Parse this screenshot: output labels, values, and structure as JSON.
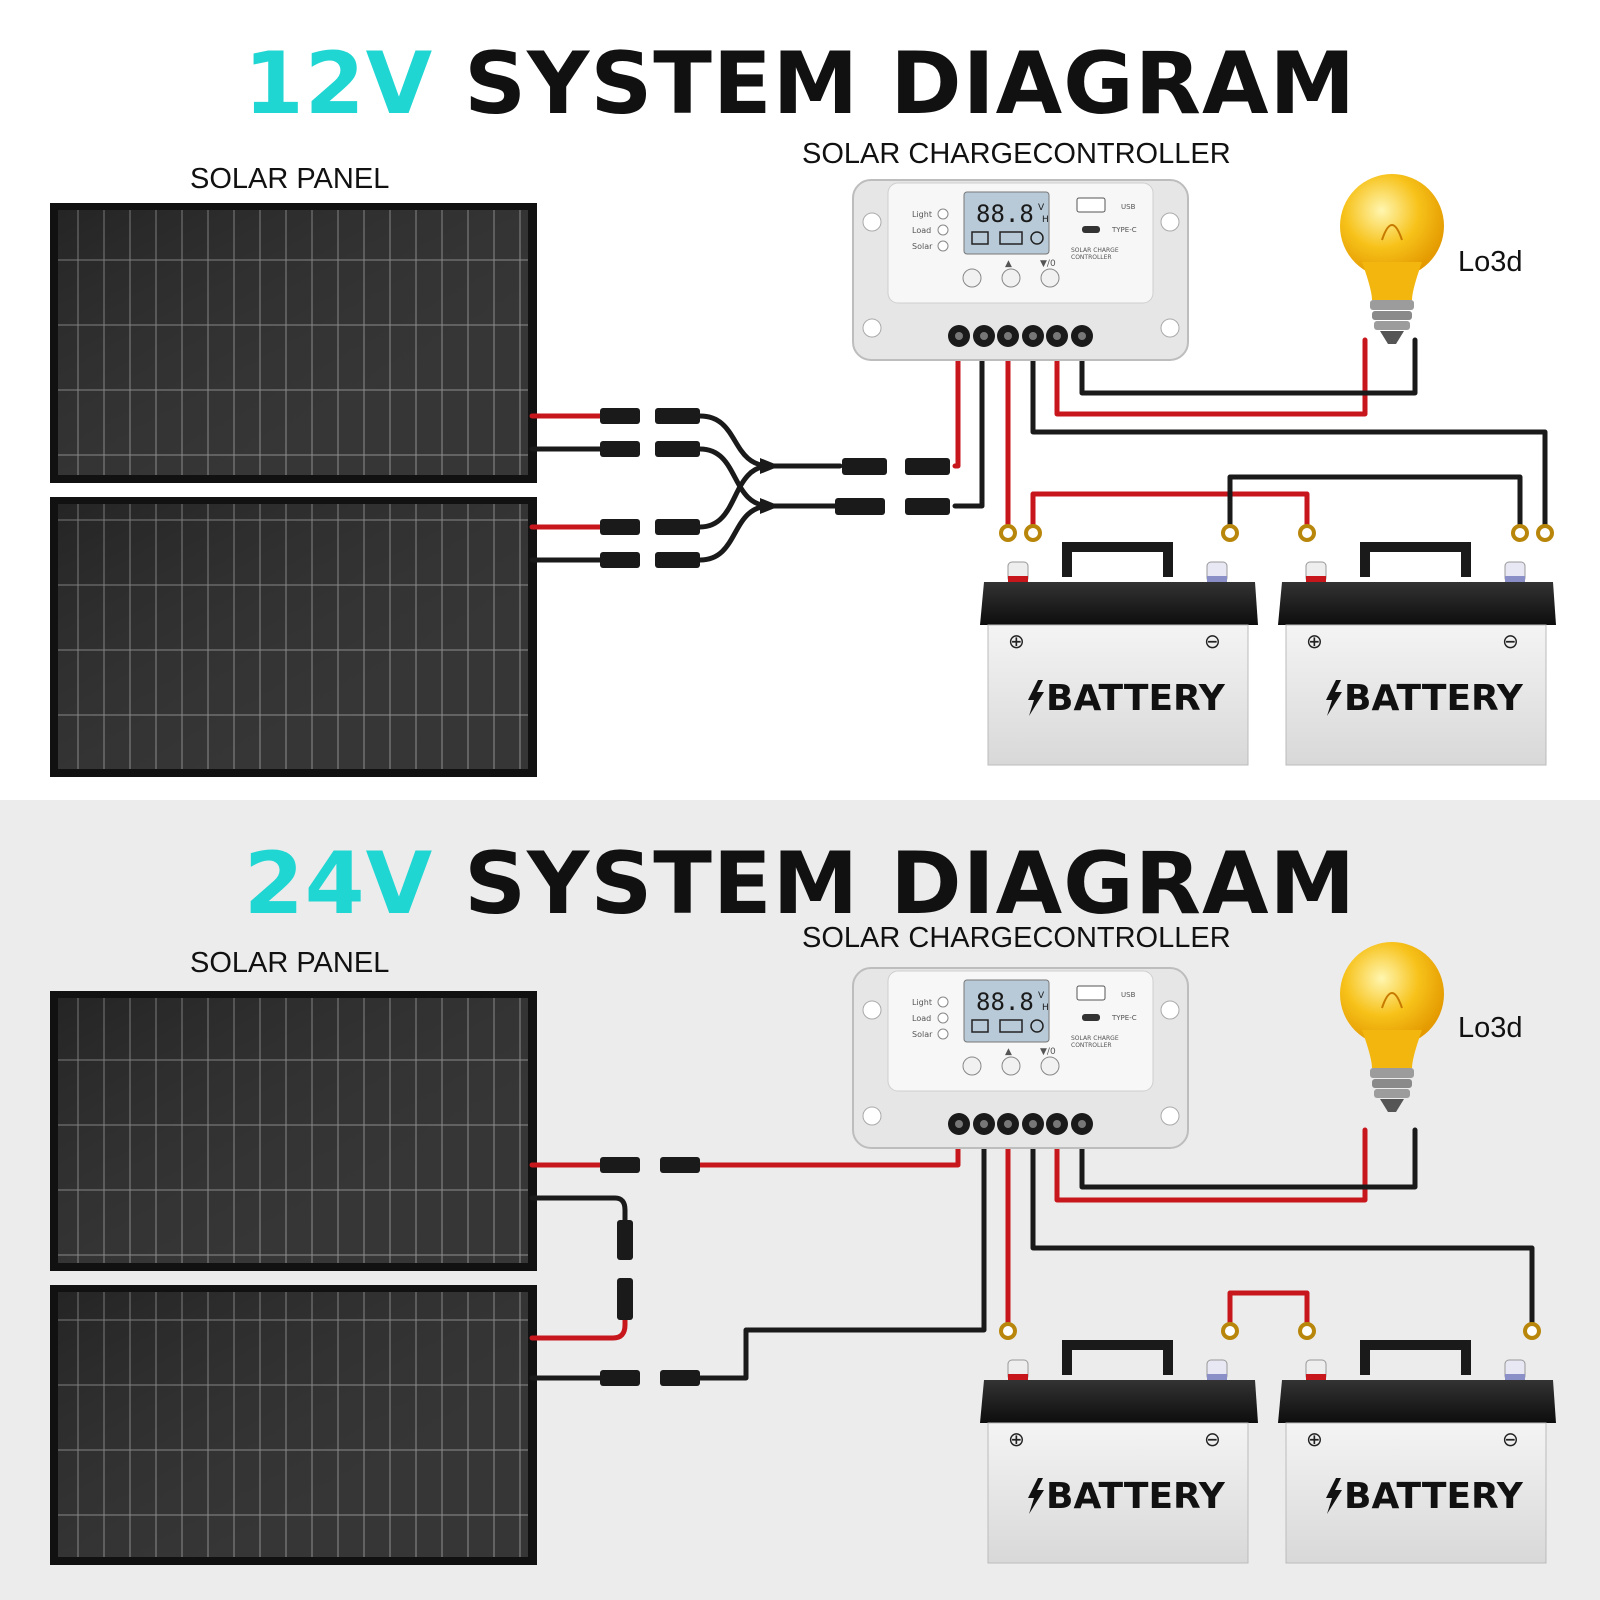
{
  "diagram_12v": {
    "volt_text": "12V",
    "title_rest": "SYSTEM DIAGRAM",
    "solar_panel_label": "SOLAR PANEL",
    "controller_label": "SOLAR CHARGECONTROLLER",
    "load_label": "Lo3d",
    "battery_labels": [
      "BATTERY",
      "BATTERY"
    ]
  },
  "diagram_24v": {
    "volt_text": "24V",
    "title_rest": "SYSTEM DIAGRAM",
    "solar_panel_label": "SOLAR PANEL",
    "controller_label": "SOLAR CHARGECONTROLLER",
    "load_label": "Lo3d",
    "battery_labels": [
      "BATTERY",
      "BATTERY"
    ]
  },
  "controller": {
    "lcd_digits": "88.8",
    "lcd_unit_v": "V",
    "lcd_unit_h": "H",
    "indicators": [
      "Light",
      "Load",
      "Solar"
    ],
    "port_usb": "USB",
    "port_typec": "TYPE-C",
    "brand_line1": "SOLAR CHARGE",
    "brand_line2": "CONTROLLER",
    "button_mode": "▲",
    "button_set": "▼/0"
  },
  "colors": {
    "accent": "#1fd6d2",
    "wire_red": "#c8161d",
    "wire_black": "#1a1a1a",
    "panel": "#2a2a2a",
    "bulb": "#f7c21a"
  },
  "icons": [
    "lightning-icon",
    "plus-terminal-icon",
    "minus-terminal-icon",
    "lightbulb-icon"
  ]
}
